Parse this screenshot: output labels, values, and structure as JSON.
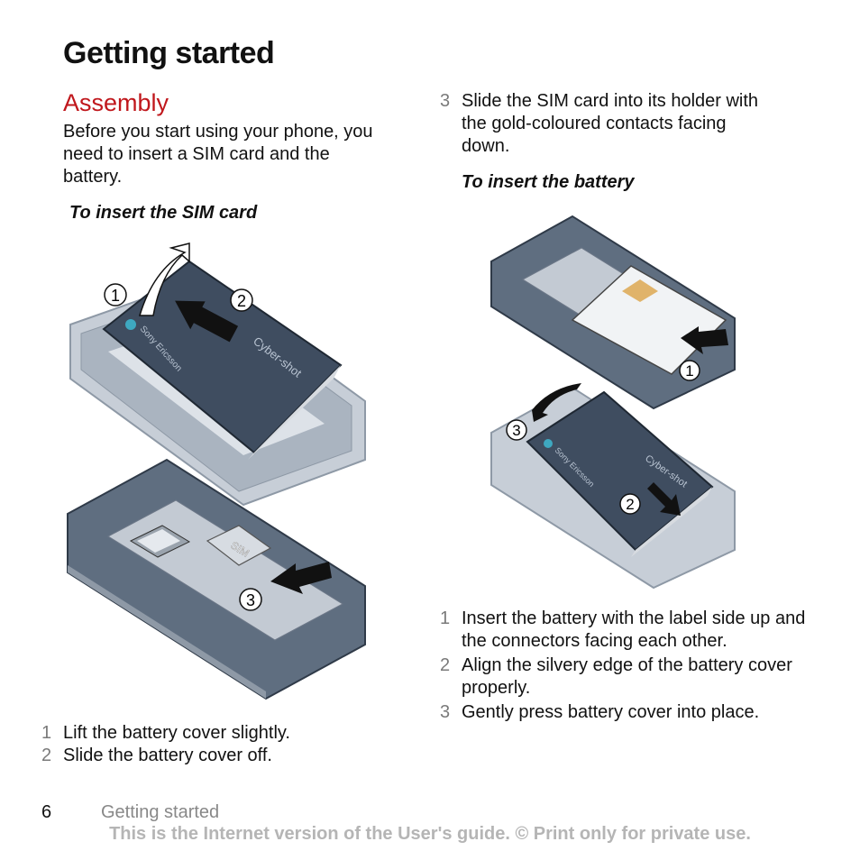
{
  "page": {
    "title": "Getting started",
    "section_heading": "Assembly",
    "intro": "Before you start using your phone, you need to insert a SIM card and the battery.",
    "sim_heading": "To insert the SIM card",
    "battery_heading": "To insert the battery"
  },
  "sim_steps": [
    {
      "num": "1",
      "text": "Lift the battery cover slightly."
    },
    {
      "num": "2",
      "text": "Slide the battery cover off."
    },
    {
      "num": "3",
      "text": "Slide the SIM card into its holder with the gold-coloured contacts facing down."
    }
  ],
  "battery_steps": [
    {
      "num": "1",
      "text": "Insert the battery with the label side up and the connectors facing each other."
    },
    {
      "num": "2",
      "text": "Align the silvery edge of the battery cover properly."
    },
    {
      "num": "3",
      "text": "Gently press battery cover into place."
    }
  ],
  "illustrations": {
    "brand_text": "Sony Ericsson",
    "cover_text": "Cyber-shot",
    "sim_text": "SIM",
    "callouts": [
      "1",
      "2",
      "3"
    ]
  },
  "footer": {
    "page_number": "6",
    "section_label": "Getting started",
    "note": "This is the Internet version of the User's guide. © Print only for private use."
  },
  "colors": {
    "section_red": "#c0171c",
    "phone_body": "#5f6e80",
    "phone_dark": "#3d4a5c",
    "phone_light": "#c7ced7",
    "footer_grey": "#b5b5b5"
  }
}
